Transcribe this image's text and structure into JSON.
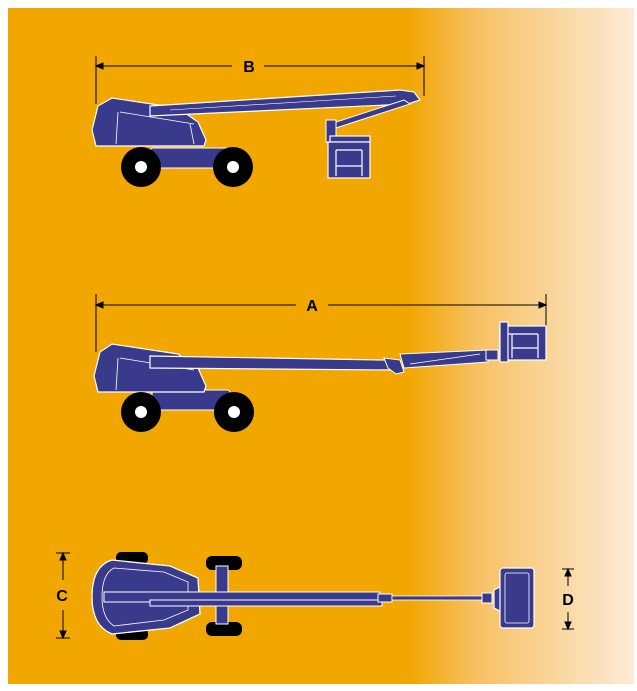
{
  "colors": {
    "background_left": "#F2A600",
    "background_right": "#FCEBD6",
    "machine_fill": "#3A3A8C",
    "machine_dark": "#23235E",
    "outline": "#FFFFFF",
    "tire": "#000000"
  },
  "dimensions": {
    "B": "B",
    "A": "A",
    "C": "C",
    "D": "D"
  },
  "views": [
    "side-view-retracted",
    "side-view-extended",
    "top-view"
  ]
}
